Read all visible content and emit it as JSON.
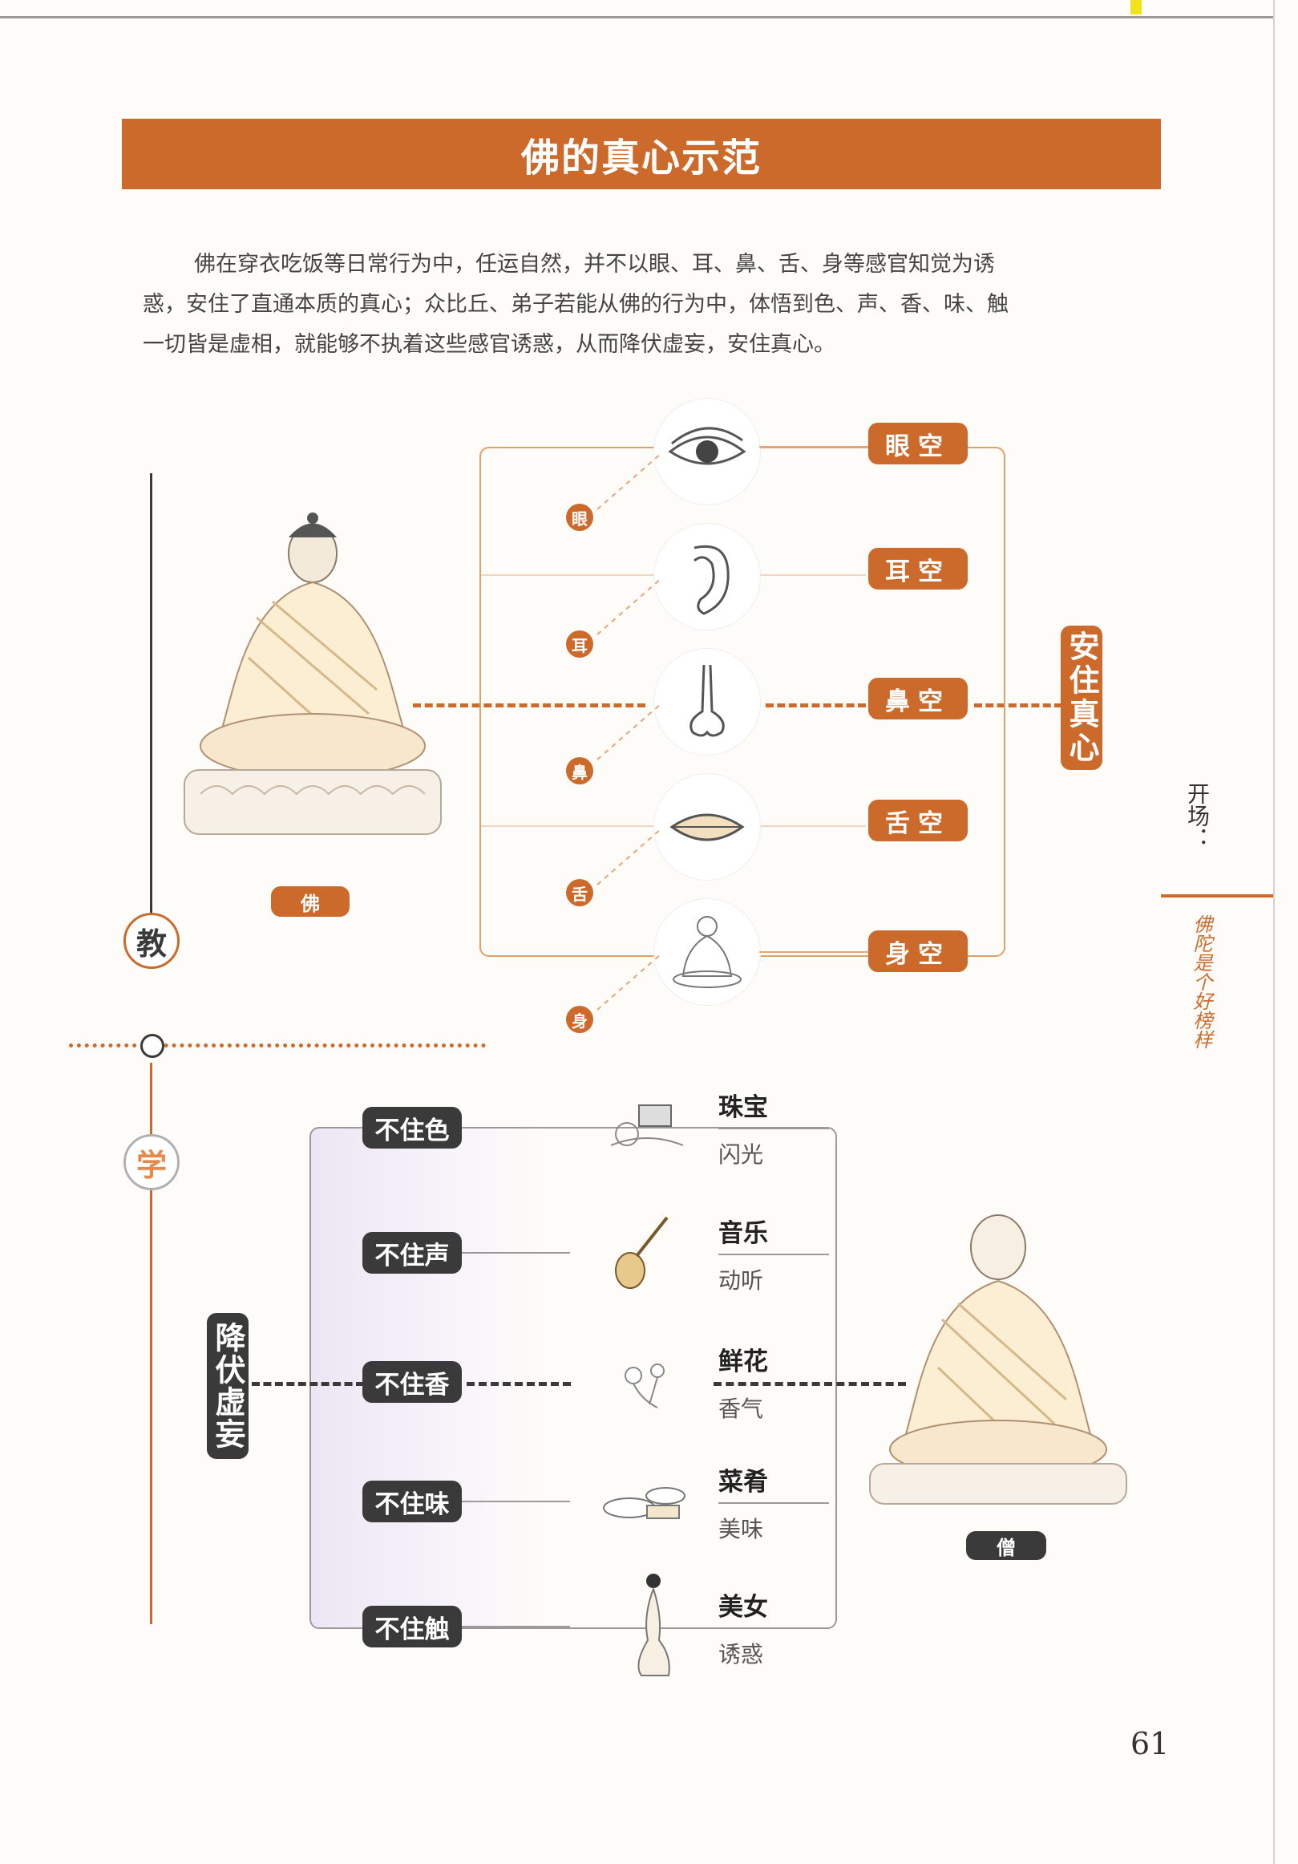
{
  "page_title": "佛的真心示范",
  "intro_lines": [
    "佛在穿衣吃饭等日常行为中，任运自然，并不以眼、耳、鼻、舌、身等感官知觉为诱",
    "惑，安住了直通本质的真心；众比丘、弟子若能从佛的行为中，体悟到色、声、香、味、触",
    "一切皆是虚相，就能够不执着这些感官诱惑，从而降伏虚妄，安住真心。"
  ],
  "teach_section": {
    "ring_label": "教",
    "figure_label": "佛",
    "sense_labels": [
      "眼",
      "耳",
      "鼻",
      "舌",
      "身"
    ],
    "sense_icons": [
      "eye-icon",
      "ear-icon",
      "nose-icon",
      "mouth-icon",
      "meditating-body-icon"
    ],
    "empty_labels": [
      "眼空",
      "耳空",
      "鼻空",
      "舌空",
      "身空"
    ],
    "result_label": "安住真心"
  },
  "learn_section": {
    "ring_label": "学",
    "result_label": "降伏虚妄",
    "figure_label": "僧",
    "non_abiding": [
      "不住色",
      "不住声",
      "不住香",
      "不住味",
      "不住触"
    ],
    "objects": [
      {
        "title": "珠宝",
        "sub": "闪光",
        "icon": "jewelry-icon"
      },
      {
        "title": "音乐",
        "sub": "动听",
        "icon": "pipa-icon"
      },
      {
        "title": "鲜花",
        "sub": "香气",
        "icon": "flower-icon"
      },
      {
        "title": "菜肴",
        "sub": "美味",
        "icon": "dishes-icon"
      },
      {
        "title": "美女",
        "sub": "诱惑",
        "icon": "woman-icon"
      }
    ]
  },
  "side_tab": {
    "chapter": "开场：",
    "subtitle": "佛陀是个好榜样"
  },
  "page_number": "61",
  "colors": {
    "accent": "#cc6a2c",
    "dark": "#3a3a3a"
  }
}
